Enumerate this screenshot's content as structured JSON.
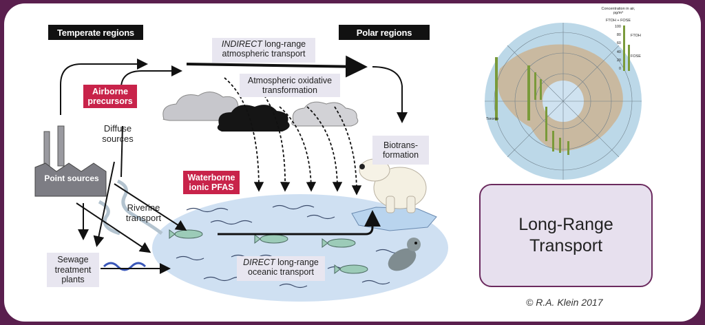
{
  "diagram": {
    "temperate_label": "Temperate regions",
    "polar_label": "Polar regions",
    "indirect_label_em": "INDIRECT",
    "indirect_label_rest": " long-range",
    "indirect_label_line2": "atmospheric transport",
    "oxidative_label": "Atmospheric oxidative transformation",
    "airborne_label": "Airborne precursors",
    "diffuse_label": "Diffuse sources",
    "point_label": "Point sources",
    "biotrans_label": "Biotrans- formation",
    "waterborne_label": "Waterborne ionic PFAS",
    "riverine_label": "Riverine transport",
    "sewage_label": "Sewage treatment plants",
    "direct_label_em": "DIRECT",
    "direct_label_rest": " long-range",
    "direct_label_line2": "oceanic transport"
  },
  "map": {
    "legend_title": "Concentration in air, pg/m³",
    "legend_subtitle": "FTOH + FOSE",
    "legend_ticks": [
      "100",
      "80",
      "60",
      "40",
      "20",
      "0"
    ],
    "legend_ftoh": "FTOH",
    "legend_fose": "FOSE",
    "city_label": "Toronto"
  },
  "title_box": {
    "text": "Long-Range\nTransport"
  },
  "credit": "© R.A. Klein 2017",
  "colors": {
    "frame": "#5a1f4e",
    "accent_red": "#c8234a",
    "box_purple": "#e7e0ee",
    "ocean": "#cfe0f2"
  }
}
